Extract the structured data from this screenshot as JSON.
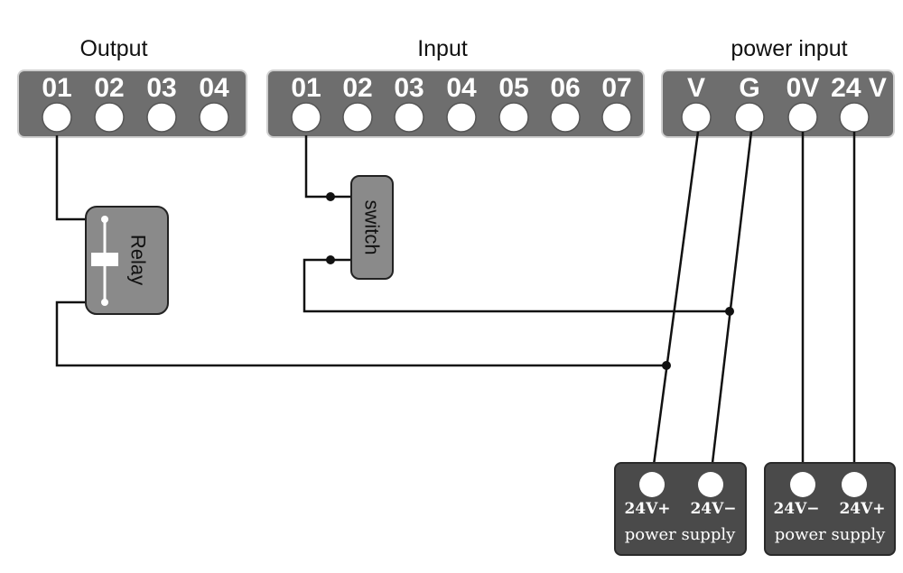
{
  "titles": {
    "output": "Output",
    "input": "Input",
    "power_input": "power input"
  },
  "output_terminals": [
    "01",
    "02",
    "03",
    "04"
  ],
  "input_terminals": [
    "01",
    "02",
    "03",
    "04",
    "05",
    "06",
    "07"
  ],
  "power_input_terminals": [
    "V",
    "G",
    "0V",
    "24 V"
  ],
  "components": {
    "relay": "Relay",
    "switch": "switch"
  },
  "power_supplies": [
    {
      "left_label": "24V+",
      "right_label": "24V−",
      "caption": "power supply"
    },
    {
      "left_label": "24V−",
      "right_label": "24V+",
      "caption": "power supply"
    }
  ]
}
